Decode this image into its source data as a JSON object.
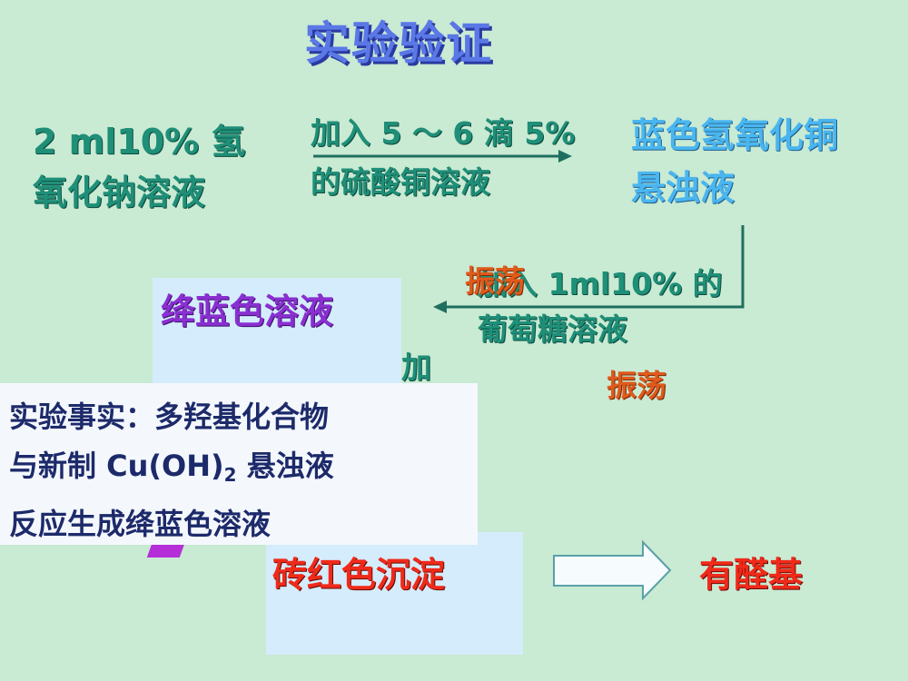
{
  "title": "实验验证",
  "reagent_naoh": "2 ml10% 氢氧化钠溶液",
  "step_add_cuso4": "加入 5 ～ 6 滴 5% 的硫酸铜溶液",
  "cuoh_suspension": "蓝色氢氧化铜悬浊液",
  "shake_label_top": "振荡",
  "step_add_glucose": "加入 1ml10% 的葡萄糖溶液",
  "shake_label_bottom": "振荡",
  "purple_solution": "绛蓝色溶液",
  "add_char": "加",
  "fact_line1": "实验事实：多羟基化合物",
  "fact_line2_prefix": "与新制   Cu(OH)",
  "fact_line2_sub": "2",
  "fact_line2_suffix": " 悬浊液",
  "fact_line3": "反应生成绛蓝色溶液",
  "red_precipitate": "砖红色沉淀",
  "conclusion": "有醛基",
  "colors": {
    "background": "#c9ead3",
    "title": "#5a78e6",
    "teal_text": "#1f8f78",
    "sky_text": "#4ab6f0",
    "purple_text": "#8a2fd2",
    "orange_text": "#e05a1a",
    "red_text": "#f02a1a",
    "fact_text": "#1d2a6a"
  }
}
